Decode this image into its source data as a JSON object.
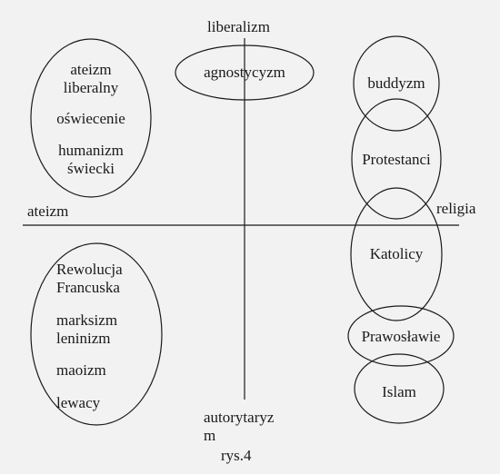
{
  "axes": {
    "top": "liberalizm",
    "bottom_line1": "autorytaryz",
    "bottom_line2": "m",
    "left": "ateizm",
    "right": "religia"
  },
  "caption": "rys.4",
  "groups": {
    "top_left": {
      "line1": "ateizm",
      "line2": "liberalny",
      "line3": "oświecenie",
      "line4": "humanizm",
      "line5": "świecki"
    },
    "top_center": {
      "label": "agnostycyzm"
    },
    "bottom_left": {
      "line1": "Rewolucja",
      "line2": "Francuska",
      "line3": "marksizm",
      "line4": "leninizm",
      "line5": "maoizm",
      "line6": "lewacy"
    },
    "right": {
      "buddyzm": "buddyzm",
      "protestanci": "Protestanci",
      "katolicy": "Katolicy",
      "prawoslawie": "Prawosławie",
      "islam": "Islam"
    }
  },
  "colors": {
    "background": "#f2f2f2",
    "stroke": "#1a1a1a",
    "text": "#1a1a1a"
  }
}
